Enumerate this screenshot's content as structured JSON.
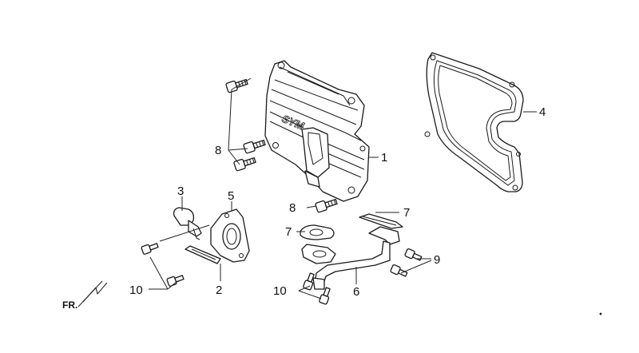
{
  "callouts": {
    "c1": "1",
    "c2": "2",
    "c3": "3",
    "c4": "4",
    "c5": "5",
    "c6": "6",
    "c7a": "7",
    "c7b": "7",
    "c8a": "8",
    "c8b": "8",
    "c9": "9",
    "c10a": "10",
    "c10b": "10"
  },
  "orientation": {
    "label": "FR."
  },
  "parts": {
    "cover_logo": "SYM"
  },
  "colors": {
    "line": "#1a1a1a",
    "background": "#ffffff"
  }
}
